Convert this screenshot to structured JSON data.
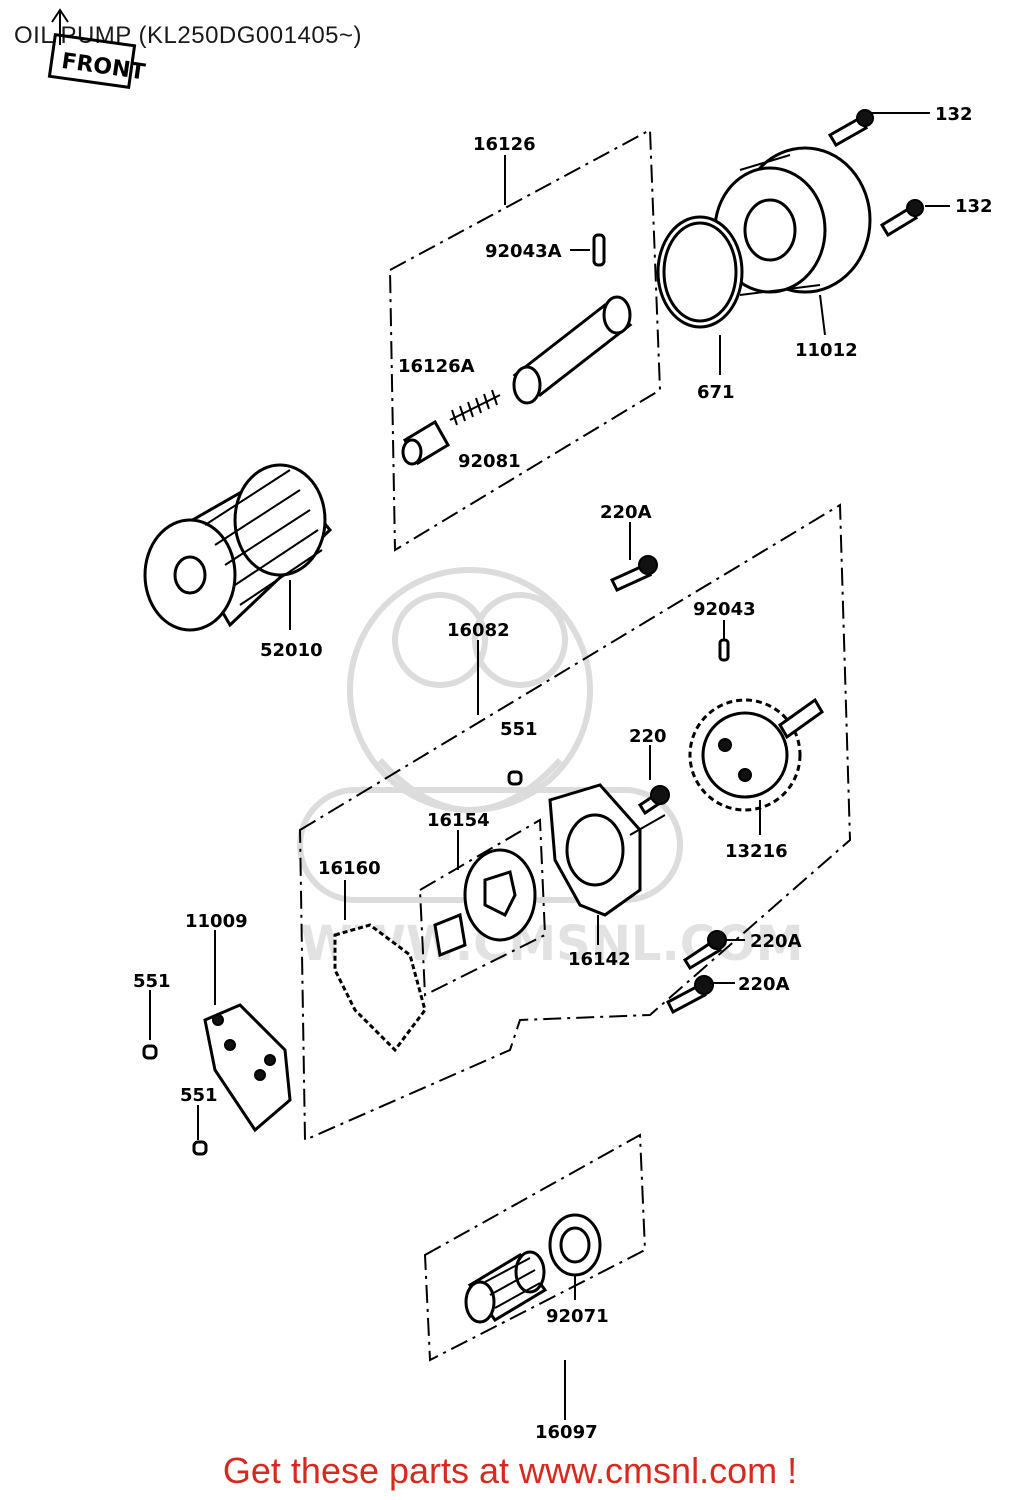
{
  "header": {
    "title": "OIL PUMP (KL250DG001405~)"
  },
  "front_marker": {
    "text": "FRONT"
  },
  "watermark": {
    "text": "WWW.CMSNL.COM"
  },
  "footer": {
    "text": "Get these parts at www.cmsnl.com !",
    "color": "#d42a1f"
  },
  "parts": [
    "132",
    "132",
    "16126",
    "92043A",
    "16126A",
    "92081",
    "671",
    "11012",
    "52010",
    "220A",
    "92043",
    "16082",
    "551",
    "220",
    "16154",
    "16160",
    "13216",
    "11009",
    "551",
    "16142",
    "220A",
    "220A",
    "551",
    "92071",
    "16097"
  ]
}
